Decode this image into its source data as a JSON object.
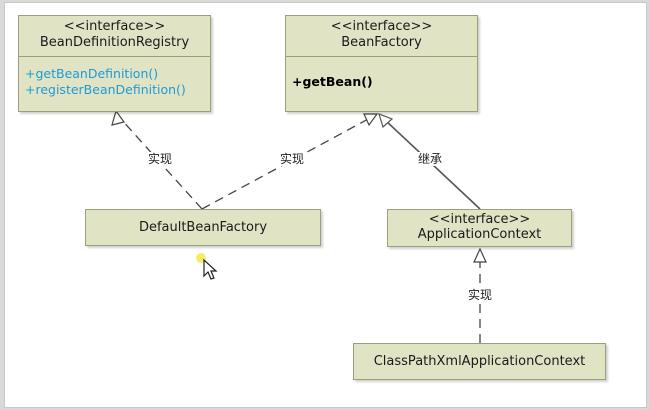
{
  "classes": {
    "registry": {
      "stereotype": "<<interface>>",
      "name": "BeanDefinitionRegistry",
      "methods": [
        "+getBeanDefinition()",
        "+registerBeanDefinition()"
      ]
    },
    "beanfactory": {
      "stereotype": "<<interface>>",
      "name": "BeanFactory",
      "methods": [
        "+getBean()"
      ]
    },
    "defaultbeanfactory": {
      "name": "DefaultBeanFactory"
    },
    "appcontext": {
      "stereotype": "<<interface>>",
      "name": "ApplicationContext"
    },
    "classpath": {
      "name": "ClassPathXmlApplicationContext"
    }
  },
  "relations": {
    "impl_registry": "实现",
    "impl_beanfactory": "实现",
    "inherit": "继承",
    "impl_appcontext": "实现"
  },
  "colors": {
    "box_fill": "#e0e3c4",
    "box_border": "#9aa07a",
    "method_blue": "#1f9bd6"
  }
}
